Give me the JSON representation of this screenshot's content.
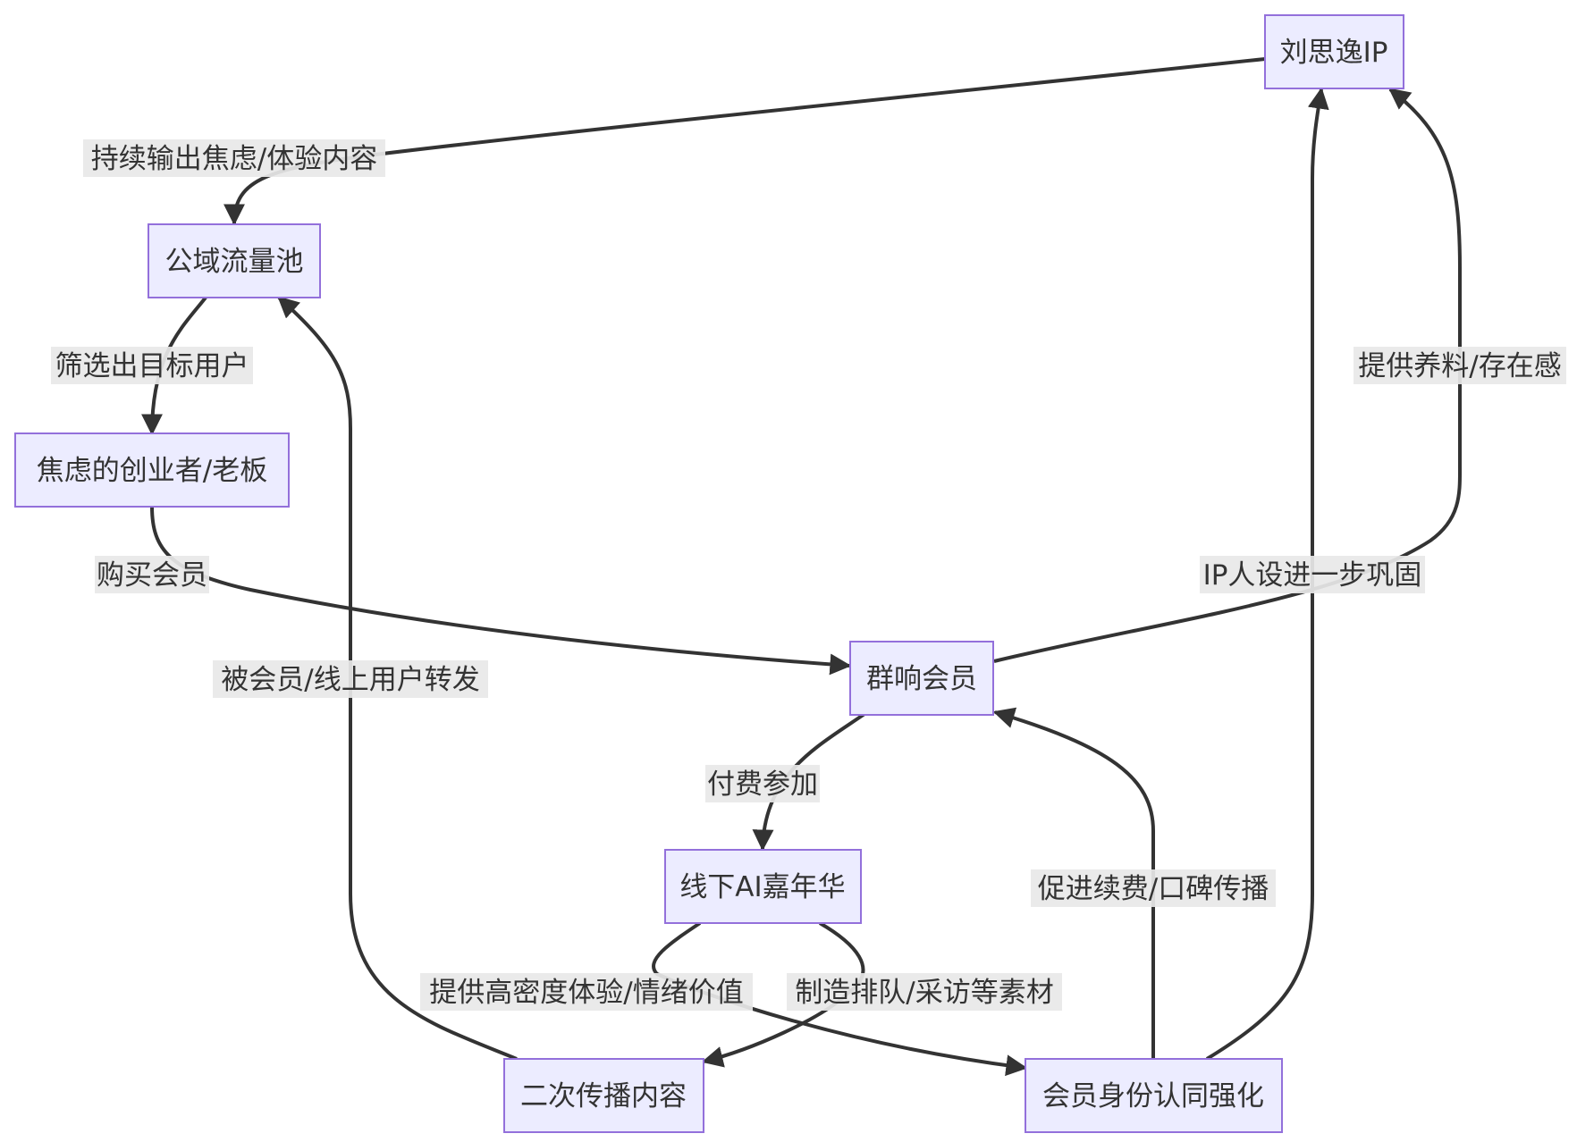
{
  "nodes": {
    "liu_ip": "刘思逸IP",
    "public_pool": "公域流量池",
    "anxious_founders": "焦虑的创业者/老板",
    "member": "群响会员",
    "carnival": "线下AI嘉年华",
    "secondary_content": "二次传播内容",
    "identity": "会员身份认同强化"
  },
  "edges": {
    "output_content": "持续输出焦虑/体验内容",
    "filter_users": "筛选出目标用户",
    "buy_member": "购买会员",
    "pay_join": "付费参加",
    "high_density": "提供高密度体验/情绪价值",
    "make_material": "制造排队/采访等素材",
    "forwarded": "被会员/线上用户转发",
    "renew": "促进续费/口碑传播",
    "provide_material": "提供养料/存在感",
    "ip_persona": "IP人设进一步巩固"
  },
  "colors": {
    "node_fill": "#ececff",
    "node_stroke": "#9370db",
    "edge": "#333333",
    "label_bg": "#e8e8e8"
  }
}
